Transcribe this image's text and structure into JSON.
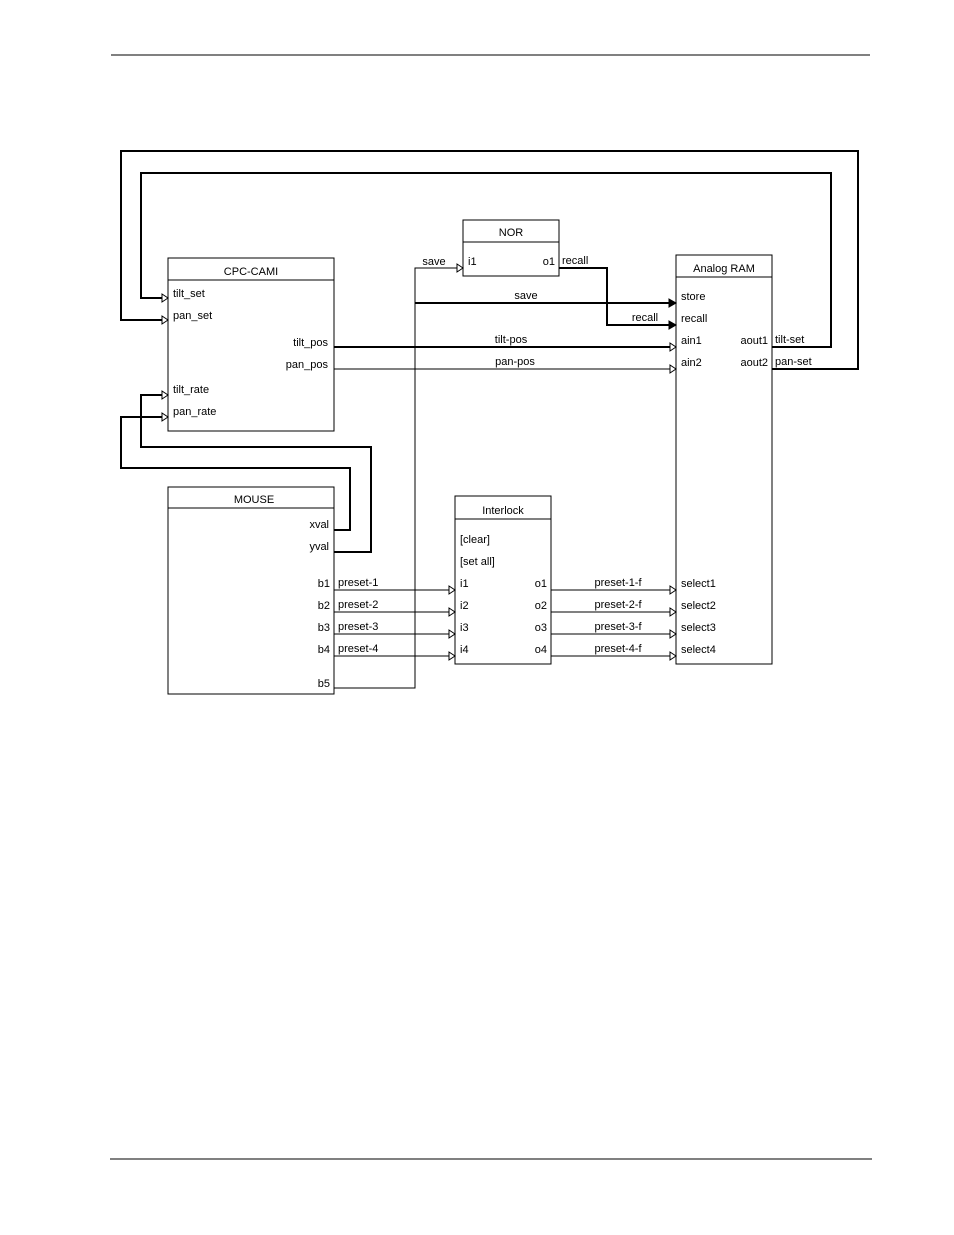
{
  "blocks": {
    "cpc": {
      "title": "CPC-CAMI",
      "tilt_set": "tilt_set",
      "pan_set": "pan_set",
      "tilt_pos": "tilt_pos",
      "pan_pos": "pan_pos",
      "tilt_rate": "tilt_rate",
      "pan_rate": "pan_rate"
    },
    "mouse": {
      "title": "MOUSE",
      "xval": "xval",
      "yval": "yval",
      "b1": "b1",
      "b2": "b2",
      "b3": "b3",
      "b4": "b4",
      "b5": "b5"
    },
    "nor": {
      "title": "NOR",
      "i1": "i1",
      "o1": "o1"
    },
    "interlock": {
      "title": "Interlock",
      "clear": "[clear]",
      "setall": "[set all]",
      "i1": "i1",
      "i2": "i2",
      "i3": "i3",
      "i4": "i4",
      "o1": "o1",
      "o2": "o2",
      "o3": "o3",
      "o4": "o4"
    },
    "ram": {
      "title": "Analog RAM",
      "store": "store",
      "recall": "recall",
      "ain1": "ain1",
      "ain2": "ain2",
      "aout1": "aout1",
      "aout2": "aout2",
      "select1": "select1",
      "select2": "select2",
      "select3": "select3",
      "select4": "select4"
    }
  },
  "wires": {
    "save_nor": "save",
    "save_store": "save",
    "recall_out": "recall",
    "recall_in": "recall",
    "tilt_pos": "tilt-pos",
    "pan_pos": "pan-pos",
    "tilt_set": "tilt-set",
    "pan_set": "pan-set",
    "preset_1": "preset-1",
    "preset_2": "preset-2",
    "preset_3": "preset-3",
    "preset_4": "preset-4",
    "preset_1_f": "preset-1-f",
    "preset_2_f": "preset-2-f",
    "preset_3_f": "preset-3-f",
    "preset_4_f": "preset-4-f"
  }
}
